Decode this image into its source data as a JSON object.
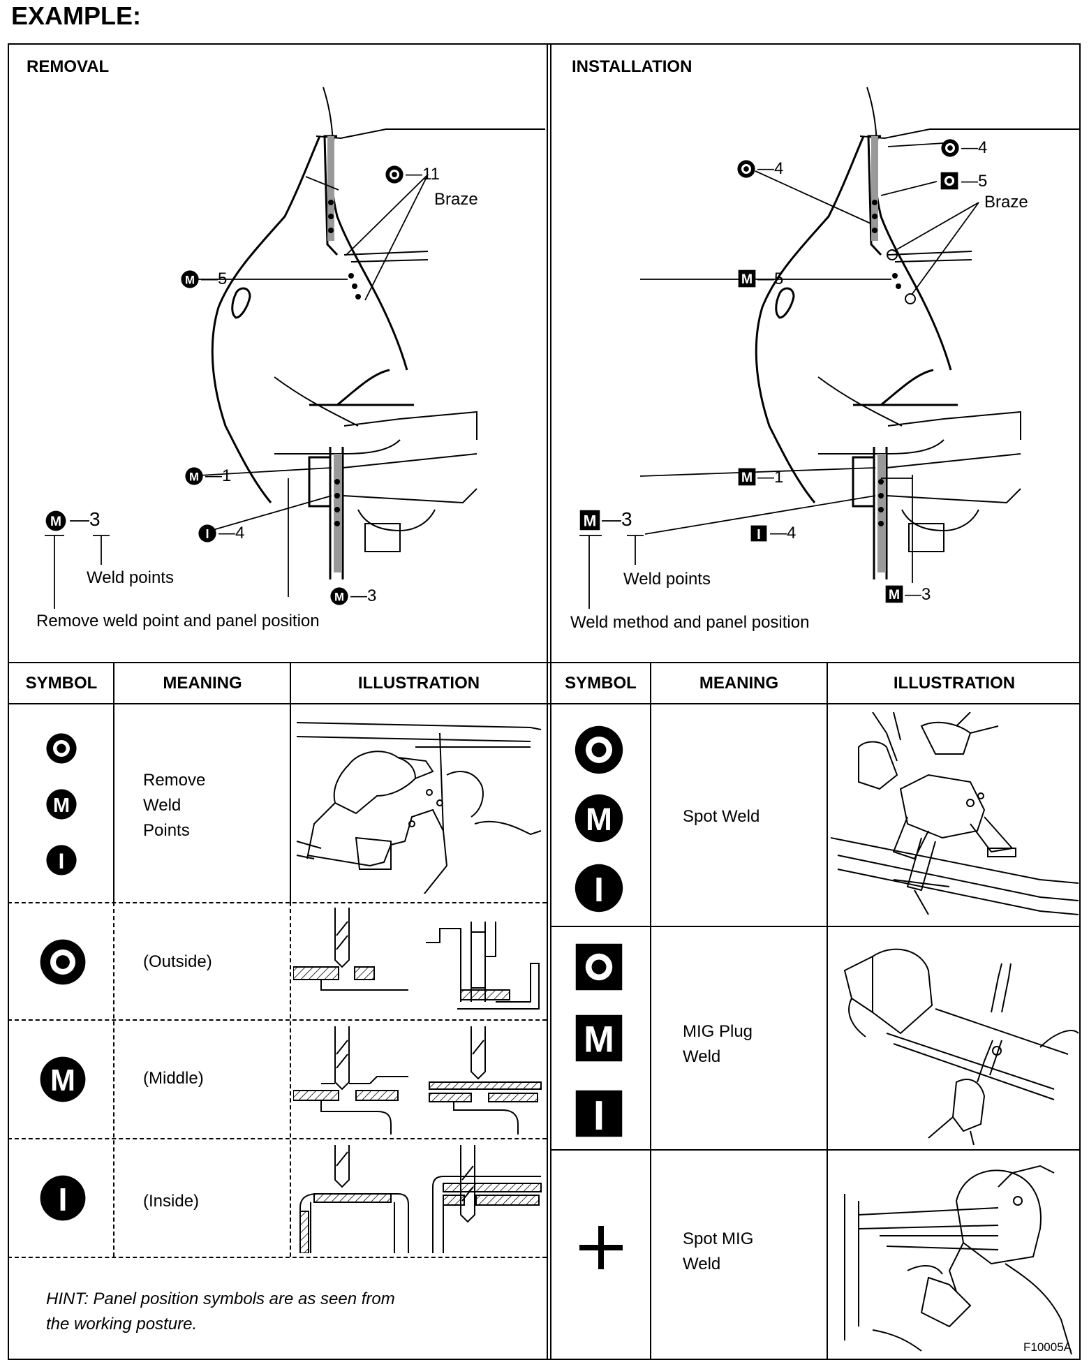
{
  "title": "EXAMPLE:",
  "removal": {
    "heading": "REMOVAL",
    "callouts": {
      "c11": "11",
      "braze": "Braze",
      "m5": "5",
      "m1": "1",
      "i4": "4",
      "m3": "3"
    },
    "legend": {
      "count": "3",
      "weld_points": "Weld points",
      "desc": "Remove weld point and panel position"
    }
  },
  "installation": {
    "heading": "INSTALLATION",
    "callouts": {
      "o4a": "4",
      "o4b": "4",
      "o5": "5",
      "braze": "Braze",
      "m5": "5",
      "m1": "1",
      "i4": "4",
      "m3": "3"
    },
    "legend": {
      "count": "3",
      "weld_points": "Weld points",
      "desc": "Weld method and panel position"
    }
  },
  "table_left": {
    "headers": {
      "symbol": "SYMBOL",
      "meaning": "MEANING",
      "illustration": "ILLUSTRATION"
    },
    "rows": [
      {
        "meaning": [
          "Remove",
          "Weld",
          "Points"
        ]
      },
      {
        "meaning": "(Outside)"
      },
      {
        "meaning": "(Middle)"
      },
      {
        "meaning": "(Inside)"
      }
    ],
    "hint": [
      "HINT: Panel position symbols are as seen from",
      "the working posture."
    ]
  },
  "table_right": {
    "headers": {
      "symbol": "SYMBOL",
      "meaning": "MEANING",
      "illustration": "ILLUSTRATION"
    },
    "rows": [
      {
        "meaning": "Spot Weld"
      },
      {
        "meaning": [
          "MIG Plug",
          "Weld"
        ]
      },
      {
        "meaning": [
          "Spot MIG",
          "Weld"
        ]
      }
    ]
  },
  "figure_code": "F10005A",
  "icons": {
    "outside_circle": "outside-circle-icon",
    "middle_circle": "middle-circle-icon",
    "inside_circle": "inside-circle-icon",
    "outside_square": "outside-square-icon",
    "middle_square": "middle-square-icon",
    "inside_square": "inside-square-icon",
    "plus": "plus-icon"
  }
}
